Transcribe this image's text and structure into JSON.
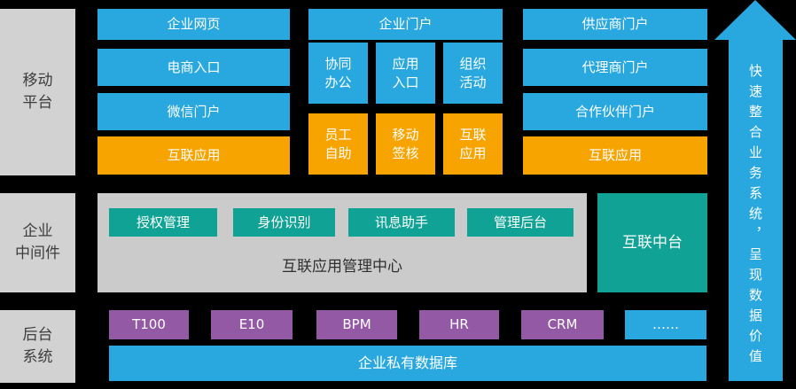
{
  "colors": {
    "background": "#000000",
    "blue": "#29a8e0",
    "orange": "#f7a300",
    "teal": "#0fa295",
    "purple": "#9459a4",
    "label_gray": "#d2d2d2",
    "panel_gray": "#cbcbcb",
    "label_text": "#3d3d3d",
    "panel_title_text": "#2f2f2f",
    "box_text": "#ffffff"
  },
  "left_labels": {
    "mobile": "移动\n平台",
    "middleware": "企业\n中间件",
    "backend": "后台\n系统"
  },
  "mobile_platform": {
    "col1": {
      "row1": "企业网页",
      "row2": "电商入口",
      "row3": "微信门户",
      "row4": "互联应用"
    },
    "col2": {
      "header": "企业门户",
      "blue_cells": [
        "协同\n办公",
        "应用\n入口",
        "组织\n活动"
      ],
      "orange_cells": [
        "员工\n自助",
        "移动\n签核",
        "互联\n应用"
      ]
    },
    "col3": {
      "row1": "供应商门户",
      "row2": "代理商门户",
      "row3": "合作伙伴门户",
      "row4": "互联应用"
    }
  },
  "middleware": {
    "chips": [
      "授权管理",
      "身份识别",
      "讯息助手",
      "管理后台"
    ],
    "panel_title": "互联应用管理中心",
    "side_box": "互联中台"
  },
  "backend": {
    "systems": [
      "T100",
      "E10",
      "BPM",
      "HR",
      "CRM",
      "……"
    ],
    "database": "企业私有数据库"
  },
  "arrow": {
    "text": "快速整合业务系统，呈现数据价值"
  }
}
